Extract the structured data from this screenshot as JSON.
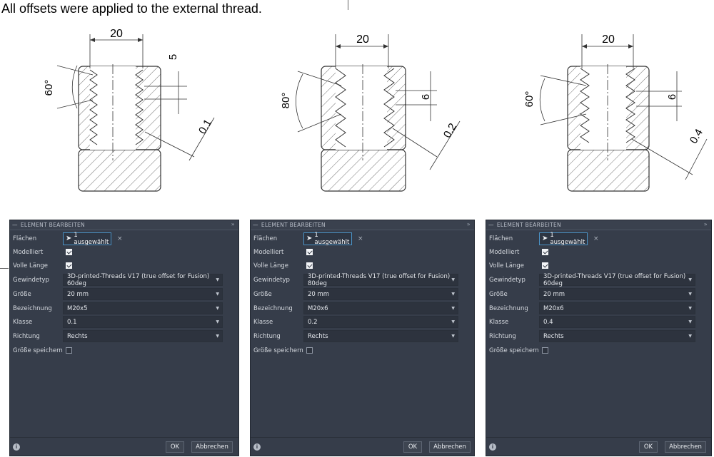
{
  "caption": "All offsets were applied to the external thread.",
  "drawings": [
    {
      "width_dim": "20",
      "angle": "60°",
      "pitch": "5",
      "offset": "0.1"
    },
    {
      "width_dim": "20",
      "angle": "80°",
      "pitch": "6",
      "offset": "0.2"
    },
    {
      "width_dim": "20",
      "angle": "60°",
      "pitch": "6",
      "offset": "0.4"
    }
  ],
  "panels": [
    {
      "title": "ELEMENT BEARBEITEN",
      "faces_label": "Flächen",
      "faces_value": "1 ausgewählt",
      "modeled_label": "Modelliert",
      "full_length_label": "Volle Länge",
      "thread_type_label": "Gewindetyp",
      "thread_type_value": "3D-printed-Threads V17 (true offset for Fusion) 60deg",
      "size_label": "Größe",
      "size_value": "20 mm",
      "designation_label": "Bezeichnung",
      "designation_value": "M20x5",
      "class_label": "Klasse",
      "class_value": "0.1",
      "direction_label": "Richtung",
      "direction_value": "Rechts",
      "save_size_label": "Größe speichern",
      "ok_label": "OK",
      "cancel_label": "Abbrechen"
    },
    {
      "title": "ELEMENT BEARBEITEN",
      "faces_label": "Flächen",
      "faces_value": "1 ausgewählt",
      "modeled_label": "Modelliert",
      "full_length_label": "Volle Länge",
      "thread_type_label": "Gewindetyp",
      "thread_type_value": "3D-printed-Threads V17 (true offset for Fusion) 80deg",
      "size_label": "Größe",
      "size_value": "20 mm",
      "designation_label": "Bezeichnung",
      "designation_value": "M20x6",
      "class_label": "Klasse",
      "class_value": "0.2",
      "direction_label": "Richtung",
      "direction_value": "Rechts",
      "save_size_label": "Größe speichern",
      "ok_label": "OK",
      "cancel_label": "Abbrechen"
    },
    {
      "title": "ELEMENT BEARBEITEN",
      "faces_label": "Flächen",
      "faces_value": "1 ausgewählt",
      "modeled_label": "Modelliert",
      "full_length_label": "Volle Länge",
      "thread_type_label": "Gewindetyp",
      "thread_type_value": "3D-printed-Threads V17 (true offset for Fusion) 60deg",
      "size_label": "Größe",
      "size_value": "20 mm",
      "designation_label": "Bezeichnung",
      "designation_value": "M20x6",
      "class_label": "Klasse",
      "class_value": "0.4",
      "direction_label": "Richtung",
      "direction_value": "Rechts",
      "save_size_label": "Größe speichern",
      "ok_label": "OK",
      "cancel_label": "Abbrechen"
    }
  ]
}
